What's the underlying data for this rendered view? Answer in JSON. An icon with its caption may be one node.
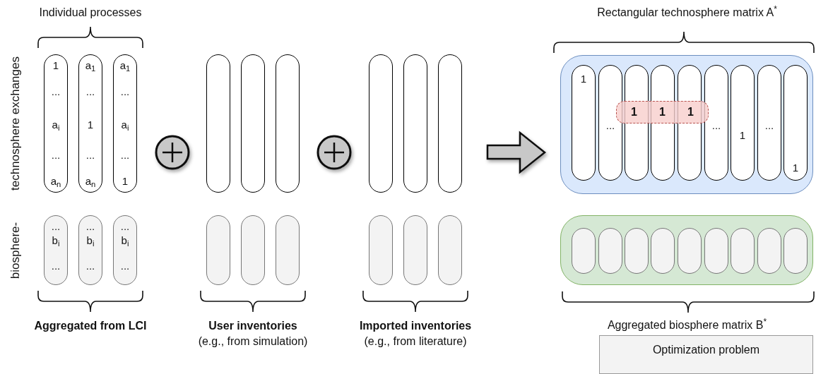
{
  "diagram": {
    "nodes": [
      {
        "text": [
          "1",
          "...",
          "a$_{i}$",
          "...",
          "a$_{n}$"
        ]
      },
      {
        "text": [
          "a$_{1}$",
          "...",
          "1",
          "...",
          "a$_{n}$"
        ]
      },
      {
        "text": [
          "a$_{1}$",
          "...",
          "a$_{i}$",
          "...",
          "1"
        ]
      },
      {
        "text": [
          "...",
          "b$_{i}$",
          "..."
        ]
      },
      {
        "text": [
          "...",
          "b$_{i}$",
          "..."
        ]
      },
      {
        "text": [
          "...",
          "b$_{i}$",
          "..."
        ]
      },
      {
        "text": [],
        "shape": "bar"
      },
      {
        "text": [],
        "shape": "bar"
      },
      {
        "text": [],
        "shape": "bar"
      },
      {
        "text": [],
        "shape": "bar"
      },
      {
        "text": [],
        "shape": "bar"
      },
      {
        "text": [],
        "shape": "bar"
      },
      {
        "text": [],
        "shape": "bar"
      },
      {
        "text": [],
        "shape": "bar"
      },
      {
        "text": [],
        "shape": "bar"
      },
      {
        "text": [],
        "shape": "bar"
      },
      {
        "text": [],
        "shape": "bar"
      },
      {
        "text": [],
        "shape": "bar"
      },
      {
        "text": [],
        "shape": "box"
      },
      {
        "text": [
          "1"
        ],
        "in": 18
      },
      {
        "text": [
          "..."
        ],
        "in": 18
      },
      {
        "text": [],
        "shape": "bar",
        "in": 18
      },
      {
        "text": [],
        "shape": "bar",
        "in": 18
      },
      {
        "text": [],
        "shape": "bar",
        "in": 18
      },
      {
        "text": [
          "..."
        ],
        "in": 18
      },
      {
        "text": [
          "1"
        ],
        "in": 18
      },
      {
        "text": [
          "..."
        ],
        "in": 18
      },
      {
        "text": [
          "1"
        ],
        "in": 18
      },
      {
        "text": [
          "1",
          "1",
          "1"
        ],
        "in": 18
      },
      {
        "text": [],
        "shape": "box"
      },
      {
        "text": [],
        "shape": "bar",
        "in": 29
      },
      {
        "text": [],
        "shape": "bar",
        "in": 29
      },
      {
        "text": [],
        "shape": "bar",
        "in": 29
      },
      {
        "text": [],
        "shape": "bar",
        "in": 29
      },
      {
        "text": [],
        "shape": "bar",
        "in": 29
      },
      {
        "text": [],
        "shape": "bar",
        "in": 29
      },
      {
        "text": [],
        "shape": "bar",
        "in": 29
      },
      {
        "text": [],
        "shape": "bar",
        "in": 29
      },
      {
        "text": [],
        "shape": "bar",
        "in": 29
      },
      {
        "text": [
          "Optimization problem"
        ]
      }
    ],
    "labels": [
      "Individual processes",
      "Rectangular technosphere matrix A$^{*}$",
      "technosphere exchanges",
      "biosphere-",
      "Aggregated from LCI",
      "User inventories",
      "(e.g., from simulation)",
      "Imported inventories",
      "(e.g., from literature)",
      "Aggregated biosphere matrix B$^{*}$"
    ]
  }
}
